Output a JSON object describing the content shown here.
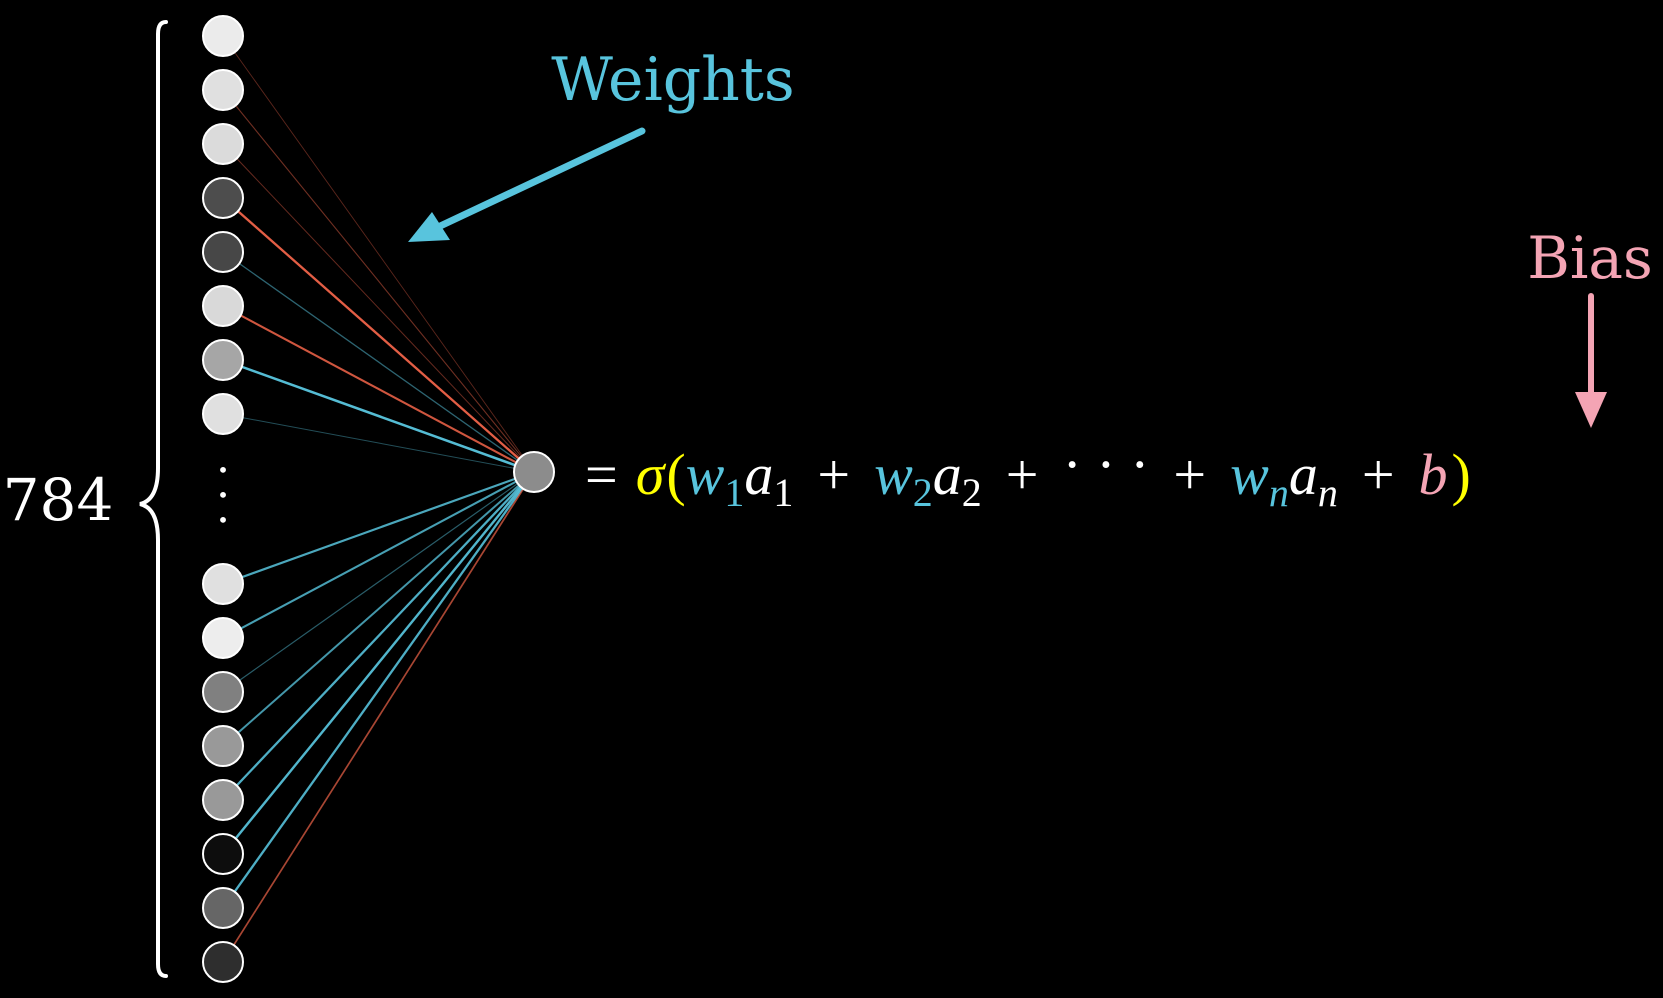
{
  "diagram": {
    "input_count_label": "784",
    "weights_label": "Weights",
    "bias_label": "Bias",
    "ellipsis_dot": "•",
    "equation": {
      "equals": "=",
      "sigma": "σ",
      "open_paren": "(",
      "close_paren": ")",
      "w": "w",
      "a": "a",
      "sub1": "1",
      "sub2": "2",
      "subn": "n",
      "plus": "+",
      "cdots": "· · ·",
      "b": "b"
    },
    "colors": {
      "background": "#000000",
      "weights": "#58c4dd",
      "bias": "#f4a4b4",
      "sigma": "#ffff00",
      "text": "#ffffff",
      "positive_weight": "#58c4dd",
      "negative_weight": "#ff6a4d"
    },
    "input_neurons": [
      {
        "brightness": 0.92,
        "weight_sign": "negative",
        "weight_strength": 0.15
      },
      {
        "brightness": 0.88,
        "weight_sign": "negative",
        "weight_strength": 0.25
      },
      {
        "brightness": 0.86,
        "weight_sign": "negative",
        "weight_strength": 0.2
      },
      {
        "brightness": 0.3,
        "weight_sign": "negative",
        "weight_strength": 0.85
      },
      {
        "brightness": 0.28,
        "weight_sign": "positive",
        "weight_strength": 0.35
      },
      {
        "brightness": 0.85,
        "weight_sign": "negative",
        "weight_strength": 0.75
      },
      {
        "brightness": 0.65,
        "weight_sign": "positive",
        "weight_strength": 0.95
      },
      {
        "brightness": 0.88,
        "weight_sign": "positive",
        "weight_strength": 0.2
      },
      {
        "brightness": 0.88,
        "weight_sign": "positive",
        "weight_strength": 0.8
      },
      {
        "brightness": 0.93,
        "weight_sign": "positive",
        "weight_strength": 0.75
      },
      {
        "brightness": 0.5,
        "weight_sign": "positive",
        "weight_strength": 0.3
      },
      {
        "brightness": 0.6,
        "weight_sign": "positive",
        "weight_strength": 0.7
      },
      {
        "brightness": 0.6,
        "weight_sign": "positive",
        "weight_strength": 0.85
      },
      {
        "brightness": 0.05,
        "weight_sign": "positive",
        "weight_strength": 0.9
      },
      {
        "brightness": 0.4,
        "weight_sign": "positive",
        "weight_strength": 0.85
      },
      {
        "brightness": 0.18,
        "weight_sign": "negative",
        "weight_strength": 0.55
      }
    ],
    "output_neuron": {
      "brightness": 0.55
    }
  }
}
